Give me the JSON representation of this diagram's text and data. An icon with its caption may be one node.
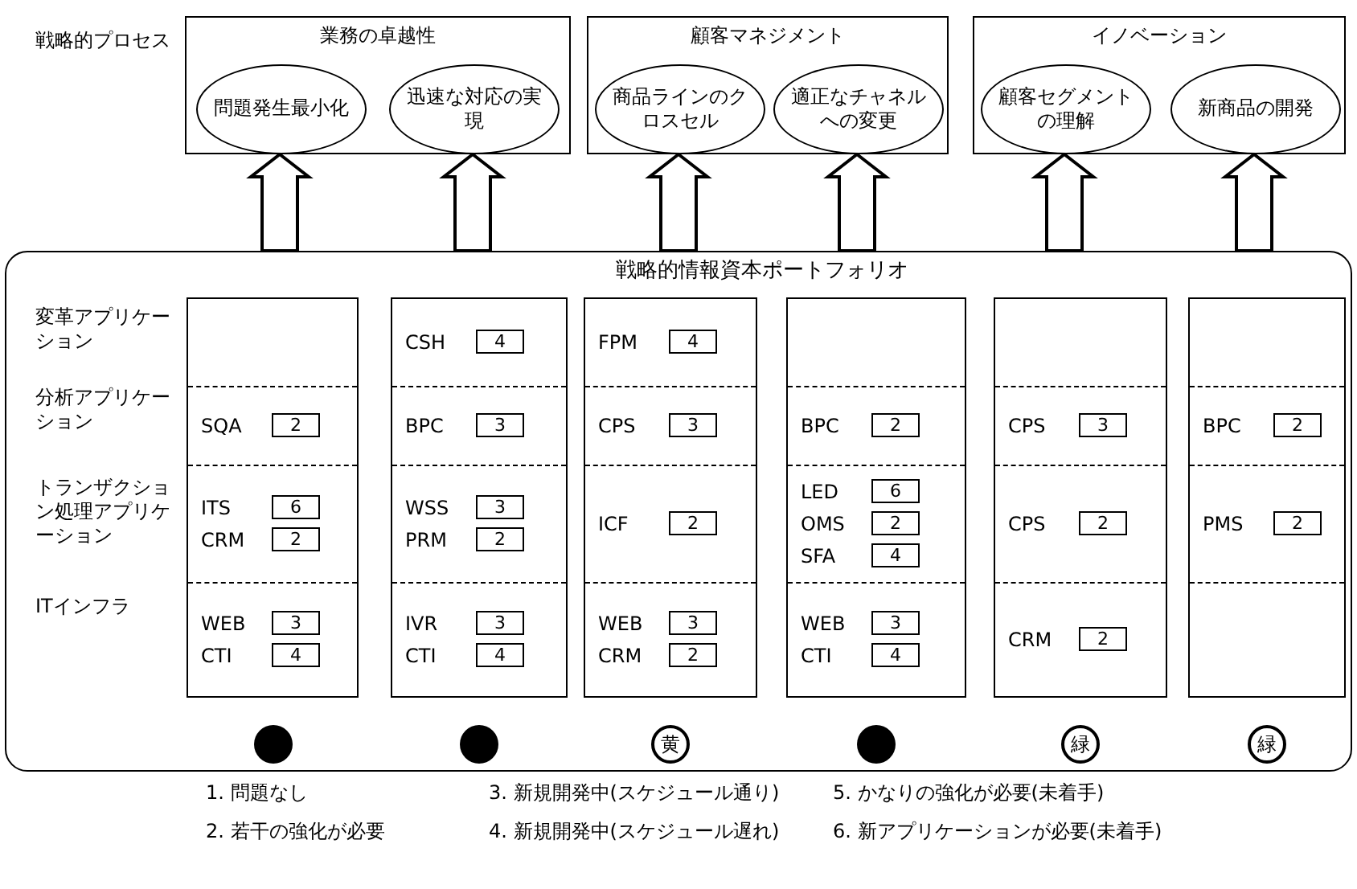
{
  "diagram": {
    "nodes": [
      {
        "text": [
          "業務の卓越性"
        ]
      },
      {
        "text": [
          "問題発生最小化"
        ],
        "in": 0
      },
      {
        "text": [
          "迅速な対応の実現"
        ],
        "in": 0
      },
      {
        "text": [
          "顧客マネジメント"
        ]
      },
      {
        "text": [
          "商品ラインのクロスセル"
        ],
        "in": 3
      },
      {
        "text": [
          "適正なチャネルへの変更"
        ],
        "in": 3
      },
      {
        "text": [
          "イノベーション"
        ]
      },
      {
        "text": [
          "顧客セグメントの理解"
        ],
        "in": 6
      },
      {
        "text": [
          "新商品の開発"
        ],
        "in": 6
      },
      {
        "text": [
          "戦略的情報資本ポートフォリオ"
        ]
      },
      {
        "text": [],
        "shape": "box",
        "in": 9
      },
      {
        "text": [],
        "shape": "box",
        "in": 9
      },
      {
        "text": [],
        "shape": "box",
        "in": 9
      },
      {
        "text": [],
        "shape": "box",
        "in": 9
      },
      {
        "text": [],
        "shape": "box",
        "in": 9
      },
      {
        "text": [],
        "shape": "box",
        "in": 9
      },
      {
        "text": [
          "2"
        ],
        "beside": [
          "SQA"
        ],
        "in": 10
      },
      {
        "text": [
          "6"
        ],
        "beside": [
          "ITS"
        ],
        "in": 10
      },
      {
        "text": [
          "2"
        ],
        "beside": [
          "CRM"
        ],
        "in": 10
      },
      {
        "text": [
          "3"
        ],
        "beside": [
          "WEB"
        ],
        "in": 10
      },
      {
        "text": [
          "4"
        ],
        "beside": [
          "CTI"
        ],
        "in": 10
      },
      {
        "text": [
          "4"
        ],
        "beside": [
          "CSH"
        ],
        "in": 11
      },
      {
        "text": [
          "3"
        ],
        "beside": [
          "BPC"
        ],
        "in": 11
      },
      {
        "text": [
          "3"
        ],
        "beside": [
          "WSS"
        ],
        "in": 11
      },
      {
        "text": [
          "2"
        ],
        "beside": [
          "PRM"
        ],
        "in": 11
      },
      {
        "text": [
          "3"
        ],
        "beside": [
          "IVR"
        ],
        "in": 11
      },
      {
        "text": [
          "4"
        ],
        "beside": [
          "CTI"
        ],
        "in": 11
      },
      {
        "text": [
          "4"
        ],
        "beside": [
          "FPM"
        ],
        "in": 12
      },
      {
        "text": [
          "3"
        ],
        "beside": [
          "CPS"
        ],
        "in": 12
      },
      {
        "text": [
          "2"
        ],
        "beside": [
          "ICF"
        ],
        "in": 12
      },
      {
        "text": [
          "3"
        ],
        "beside": [
          "WEB"
        ],
        "in": 12
      },
      {
        "text": [
          "2"
        ],
        "beside": [
          "CRM"
        ],
        "in": 12
      },
      {
        "text": [
          "2"
        ],
        "beside": [
          "BPC"
        ],
        "in": 13
      },
      {
        "text": [
          "6"
        ],
        "beside": [
          "LED"
        ],
        "in": 13
      },
      {
        "text": [
          "2"
        ],
        "beside": [
          "OMS"
        ],
        "in": 13
      },
      {
        "text": [
          "4"
        ],
        "beside": [
          "SFA"
        ],
        "in": 13
      },
      {
        "text": [
          "3"
        ],
        "beside": [
          "WEB"
        ],
        "in": 13
      },
      {
        "text": [
          "4"
        ],
        "beside": [
          "CTI"
        ],
        "in": 13
      },
      {
        "text": [
          "3"
        ],
        "beside": [
          "CPS"
        ],
        "in": 14
      },
      {
        "text": [
          "2"
        ],
        "beside": [
          "CPS"
        ],
        "in": 14
      },
      {
        "text": [
          "2"
        ],
        "beside": [
          "CRM"
        ],
        "in": 14
      },
      {
        "text": [
          "2"
        ],
        "beside": [
          "BPC"
        ],
        "in": 15
      },
      {
        "text": [
          "2"
        ],
        "beside": [
          "PMS"
        ],
        "in": 15
      },
      {
        "text": [],
        "shape": "circle",
        "in": 9
      },
      {
        "text": [],
        "shape": "circle",
        "in": 9
      },
      {
        "text": [
          "黄"
        ],
        "in": 9
      },
      {
        "text": [],
        "shape": "circle",
        "in": 9
      },
      {
        "text": [
          "緑"
        ],
        "in": 9
      },
      {
        "text": [
          "緑"
        ],
        "in": 9
      }
    ],
    "edges": [
      {
        "from": 9,
        "to": 1,
        "arrow": "to",
        "style": "thick"
      },
      {
        "from": 9,
        "to": 2,
        "arrow": "to",
        "style": "thick"
      },
      {
        "from": 9,
        "to": 4,
        "arrow": "to",
        "style": "thick"
      },
      {
        "from": 9,
        "to": 5,
        "arrow": "to",
        "style": "thick"
      },
      {
        "from": 9,
        "to": 7,
        "arrow": "to",
        "style": "thick"
      },
      {
        "from": 9,
        "to": 8,
        "arrow": "to",
        "style": "thick"
      }
    ],
    "labels": [
      "戦略的プロセス",
      "変革アプリケーション",
      "分析アプリケーション",
      "トランザクション処理アプリケーション",
      "ITインフラ",
      "1. 問題なし",
      "3. 新規開発中(スケジュール通り)",
      "5. かなりの強化が必要(未着手)",
      "2. 若干の強化が必要",
      "4. 新規開発中(スケジュール遅れ)",
      "6. 新アプリケーションが必要(未着手)"
    ]
  }
}
